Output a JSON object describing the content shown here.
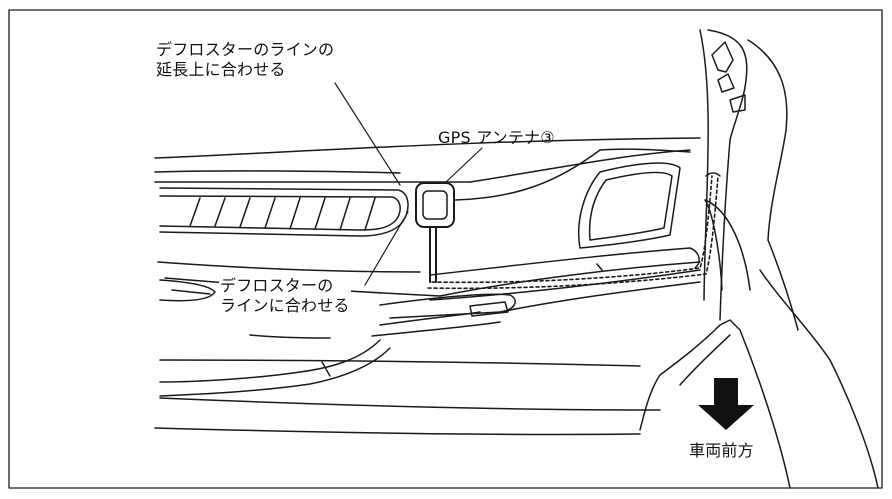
{
  "labels": {
    "defroster_extension": [
      "デフロスターのラインの",
      "延長上に合わせる"
    ],
    "gps_antenna": "GPS アンテナ③",
    "defroster_line": [
      "デフロスターの",
      "ラインに合わせる"
    ],
    "vehicle_front": "車両前方"
  },
  "colors": {
    "line": "#1a1a1a",
    "arrow": "#111111",
    "background": "#ffffff"
  }
}
